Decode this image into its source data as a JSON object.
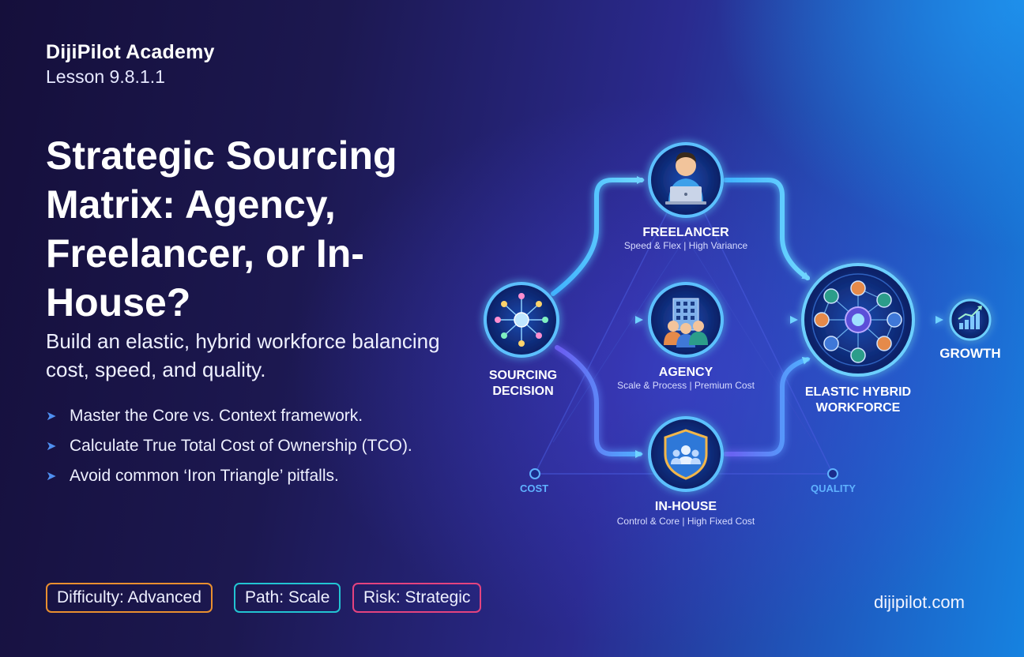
{
  "header": {
    "brand": "DijiPilot Academy",
    "lesson": "Lesson 9.8.1.1"
  },
  "title": "Strategic Sourcing Matrix: Agency, Freelancer, or In-House?",
  "subtitle": "Build an elastic, hybrid workforce balancing cost, speed, and quality.",
  "bullets": [
    "Master the Core vs. Context framework.",
    "Calculate True Total Cost of Ownership (TCO).",
    "Avoid common ‘Iron Triangle’ pitfalls."
  ],
  "tags": {
    "difficulty": "Difficulty: Advanced",
    "path": "Path: Scale",
    "risk": "Risk: Strategic"
  },
  "website": "dijipilot.com",
  "diagram": {
    "source": {
      "line1": "SOURCING",
      "line2": "DECISION",
      "icon": "network-hub-icon"
    },
    "freelancer": {
      "label": "FREELANCER",
      "desc": "Speed & Flex | High Variance",
      "icon": "person-laptop-icon"
    },
    "agency": {
      "label": "AGENCY",
      "desc": "Scale & Process | Premium Cost",
      "icon": "building-team-icon"
    },
    "inhouse": {
      "label": "IN-HOUSE",
      "desc": "Control & Core | High Fixed Cost",
      "icon": "shield-team-icon"
    },
    "hybrid": {
      "line1": "ELASTIC HYBRID",
      "line2": "WORKFORCE",
      "icon": "network-people-icon"
    },
    "growth": {
      "label": "GROWTH",
      "icon": "growth-chart-icon"
    },
    "axes": {
      "cost": "COST",
      "quality": "QUALITY"
    },
    "colors": {
      "accent": "#4fc3ff",
      "node_ring": "#59b8ff",
      "node_fill": "#0e2a78"
    }
  }
}
